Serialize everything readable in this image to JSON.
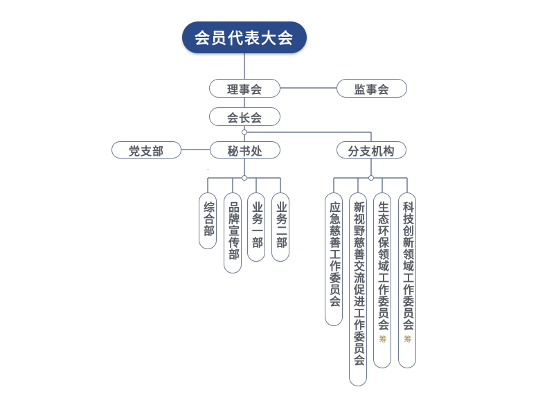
{
  "root": "会员代表大会",
  "council": "理事会",
  "supervisory": "监事会",
  "president_meeting": "会长会",
  "secretariat": "秘书处",
  "party_branch": "党支部",
  "branches": "分支机构",
  "departments": [
    "综合部",
    "品牌宣传部",
    "业务一部",
    "业务二部"
  ],
  "committees": [
    {
      "name": "应急慈善工作委员会",
      "note": ""
    },
    {
      "name": "新视野慈善交流促进工作委员会",
      "note": ""
    },
    {
      "name": "生态环保领域工作委员会",
      "note": "筹"
    },
    {
      "name": "科技创新领域工作委员会",
      "note": "筹"
    }
  ],
  "colors": {
    "root_fill": "#2a4a8a",
    "line": "#6b7a92",
    "text": "#555a62"
  }
}
